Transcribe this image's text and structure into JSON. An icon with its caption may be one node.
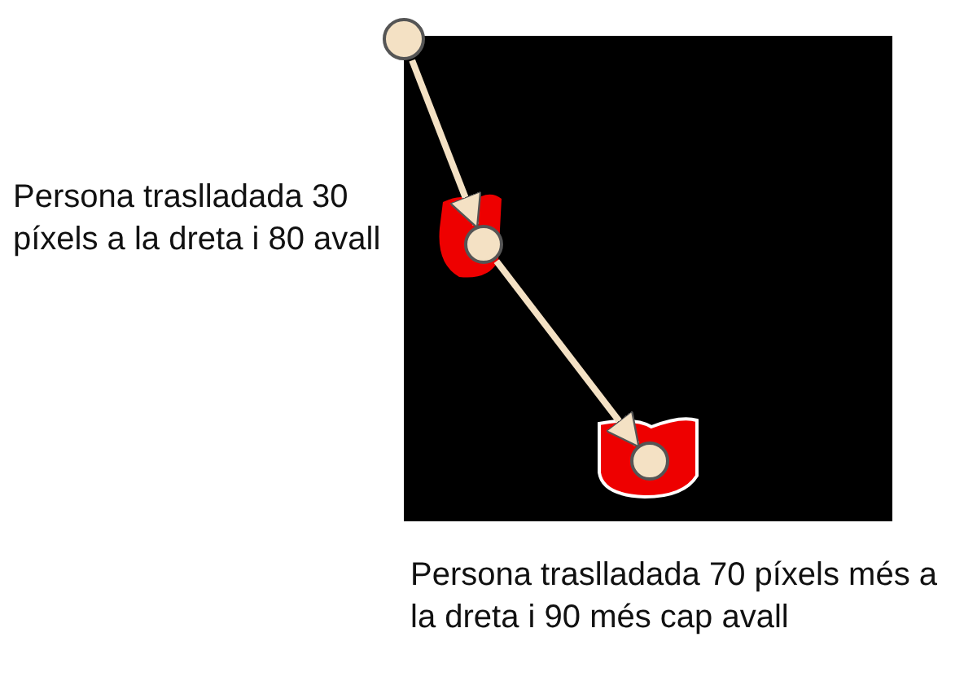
{
  "diagram": {
    "nodes": [
      {
        "text": [],
        "shape": "circle"
      },
      {
        "text": [],
        "shape": "circle"
      },
      {
        "text": [],
        "shape": "circle"
      }
    ],
    "edges": [
      {
        "from": 0,
        "to": 1,
        "arrow": "to"
      },
      {
        "from": 1,
        "to": 2,
        "arrow": "to"
      }
    ],
    "labels": [
      "Persona traslladada 30 píxels a la dreta i 80 avall",
      "Persona traslladada 70 píxels més a la dreta i 90 més cap avall"
    ]
  }
}
